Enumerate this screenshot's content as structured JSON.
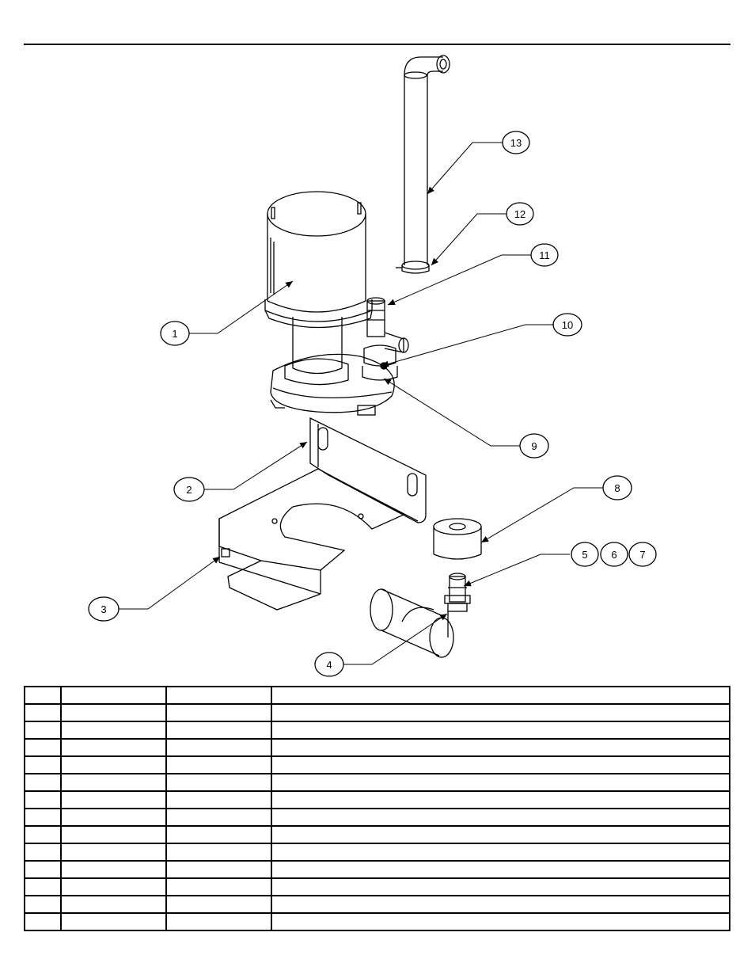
{
  "callouts": [
    {
      "id": "c1",
      "label": "1"
    },
    {
      "id": "c2",
      "label": "2"
    },
    {
      "id": "c3",
      "label": "3"
    },
    {
      "id": "c4",
      "label": "4"
    },
    {
      "id": "c5",
      "label": "5"
    },
    {
      "id": "c6",
      "label": "6"
    },
    {
      "id": "c7",
      "label": "7"
    },
    {
      "id": "c8",
      "label": "8"
    },
    {
      "id": "c9",
      "label": "9"
    },
    {
      "id": "c10",
      "label": "10"
    },
    {
      "id": "c11",
      "label": "11"
    },
    {
      "id": "c12",
      "label": "12"
    },
    {
      "id": "c13",
      "label": "13"
    }
  ],
  "parts_table": {
    "rows": [
      [
        "",
        "",
        "",
        ""
      ],
      [
        "",
        "",
        "",
        ""
      ],
      [
        "",
        "",
        "",
        ""
      ],
      [
        "",
        "",
        "",
        ""
      ],
      [
        "",
        "",
        "",
        ""
      ],
      [
        "",
        "",
        "",
        ""
      ],
      [
        "",
        "",
        "",
        ""
      ],
      [
        "",
        "",
        "",
        ""
      ],
      [
        "",
        "",
        "",
        ""
      ],
      [
        "",
        "",
        "",
        ""
      ],
      [
        "",
        "",
        "",
        ""
      ],
      [
        "",
        "",
        "",
        ""
      ],
      [
        "",
        "",
        "",
        ""
      ],
      [
        "",
        "",
        "",
        ""
      ]
    ]
  }
}
